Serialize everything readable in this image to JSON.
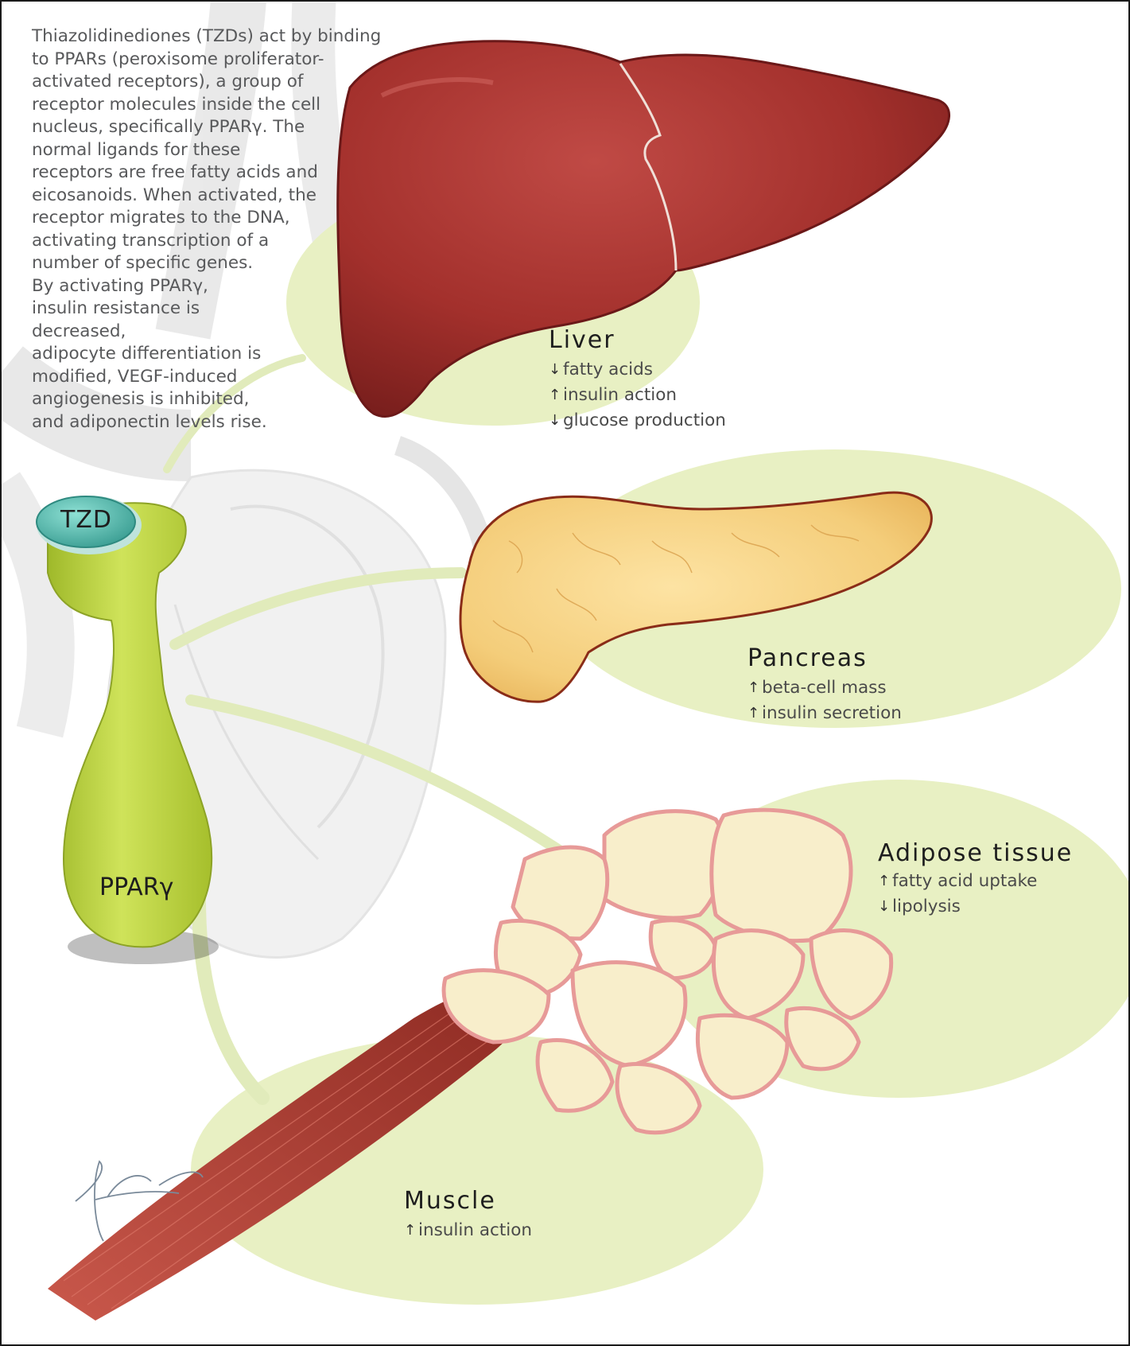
{
  "intro": {
    "lines": [
      "Thiazolidinediones (TZDs) act by binding",
      "to PPARs (peroxisome proliferator-",
      "activated receptors), a group of",
      "receptor molecules inside the cell",
      "nucleus, specifically PPARγ. The",
      "normal ligands for these",
      "receptors are free fatty acids and",
      "eicosanoids. When activated, the",
      "receptor migrates to the DNA,",
      "activating transcription of a",
      "number of specific genes.",
      "By activating PPARγ,",
      "insulin resistance is",
      "decreased,",
      "adipocyte differentiation is",
      "modified, VEGF-induced",
      "angiogenesis is inhibited,",
      "and adiponectin levels rise."
    ]
  },
  "receptor": {
    "drug_label": "TZD",
    "receptor_label": "PPARγ"
  },
  "organs": {
    "liver": {
      "title": "Liver",
      "effects": [
        {
          "arrow": "↓",
          "text": "fatty acids"
        },
        {
          "arrow": "↑",
          "text": "insulin action"
        },
        {
          "arrow": "↓",
          "text": "glucose production"
        }
      ]
    },
    "pancreas": {
      "title": "Pancreas",
      "effects": [
        {
          "arrow": "↑",
          "text": "beta-cell mass"
        },
        {
          "arrow": "↑",
          "text": "insulin secretion"
        }
      ]
    },
    "adipose": {
      "title": "Adipose tissue",
      "effects": [
        {
          "arrow": "↑",
          "text": "fatty acid uptake"
        },
        {
          "arrow": "↓",
          "text": "lipolysis"
        }
      ]
    },
    "muscle": {
      "title": "Muscle",
      "effects": [
        {
          "arrow": "↑",
          "text": "insulin action"
        }
      ]
    }
  },
  "colors": {
    "halo": "#e8f0c3",
    "liver": "#a3302c",
    "pancreas": "#f4cd7a",
    "adipose_cell": "#f8eecb",
    "adipose_border": "#e79a98",
    "muscle": "#a63a30",
    "receptor": "#b9d23a",
    "tzd": "#5bbcb0"
  }
}
